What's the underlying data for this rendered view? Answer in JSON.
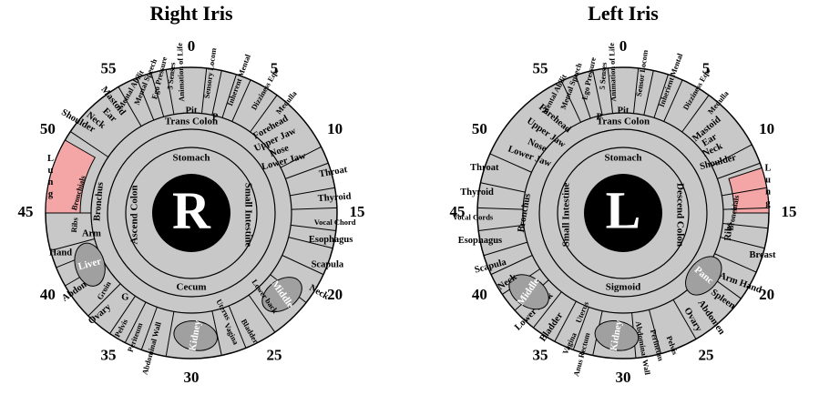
{
  "irises": [
    {
      "title": "Right Iris",
      "center_letter": "R",
      "clock_numbers": [
        "0",
        "5",
        "10",
        "15",
        "20",
        "25",
        "30",
        "35",
        "40",
        "45",
        "50",
        "55"
      ],
      "inner_ring": [
        "Stomach",
        "Small Intestine",
        "Cecum",
        "Ascend Colon"
      ],
      "colon_ring": [
        "Trans Colon"
      ],
      "outer_labels": [
        "Pit",
        "P",
        "G",
        "Animation of Life",
        "Sensory Locom",
        "Inherent Mental",
        "Dizziness Equ",
        "Medulla",
        "Forehead",
        "Upper Jaw",
        "Nose",
        "Lower Jaw",
        "Throat",
        "Thyroid",
        "Vocal Chord",
        "Esophagus",
        "Scapula",
        "Neck",
        "Middle",
        "Lower back",
        "Bladder",
        "Vagina",
        "Uterus",
        "Kidney",
        "Abdominal Wall",
        "Periteum",
        "Pelvis",
        "Ovary",
        "Groin",
        "Abdomen",
        "Liver",
        "Hand",
        "Arm",
        "Ribs",
        "Bronchus",
        "Bronchials",
        "Lung",
        "Shoulder",
        "Neck",
        "Ear",
        "Mastoid",
        "Mental Abilit",
        "Mental Speech",
        "Ego Pressure",
        "5 Senses"
      ]
    },
    {
      "title": "Left Iris",
      "center_letter": "L",
      "clock_numbers": [
        "0",
        "5",
        "10",
        "15",
        "20",
        "25",
        "30",
        "35",
        "40",
        "45",
        "50",
        "55"
      ],
      "inner_ring": [
        "Stomach",
        "Descend Colon",
        "Sigmoid",
        "Small Intestine"
      ],
      "colon_ring": [
        "Trans Colon"
      ],
      "outer_labels": [
        "Pit",
        "P",
        "Animation of Life",
        "Sensor Locom",
        "Inherient Mental",
        "Dizziness Equ",
        "Medulla",
        "Mastoid",
        "Ear",
        "Neck",
        "Shoulder",
        "Lung",
        "Bronchials",
        "Ribs",
        "Breast",
        "Arm Hand",
        "Spleen",
        "Abdomen",
        "Ovary",
        "Panc",
        "Pelvis",
        "Perineum",
        "Abdominal Wall",
        "Kidney",
        "Anus Rectum",
        "Vagina",
        "Uterus",
        "Bladder",
        "Lower Back",
        "Middle",
        "Neck",
        "Scapula",
        "Esophagus",
        "Vocal Cords",
        "Thyroid",
        "Throat",
        "Bronchus",
        "Lower Jaw",
        "Nose",
        "Upper Jaw",
        "Forehead",
        "Mental Abilit",
        "Mental Speech",
        "Ego Pressure",
        "5 Senses"
      ]
    }
  ],
  "colors": {
    "zone_fill": "#c8c8c8",
    "lung_highlight": "#f4a6a6",
    "pupil": "#000000",
    "line": "#000000"
  }
}
